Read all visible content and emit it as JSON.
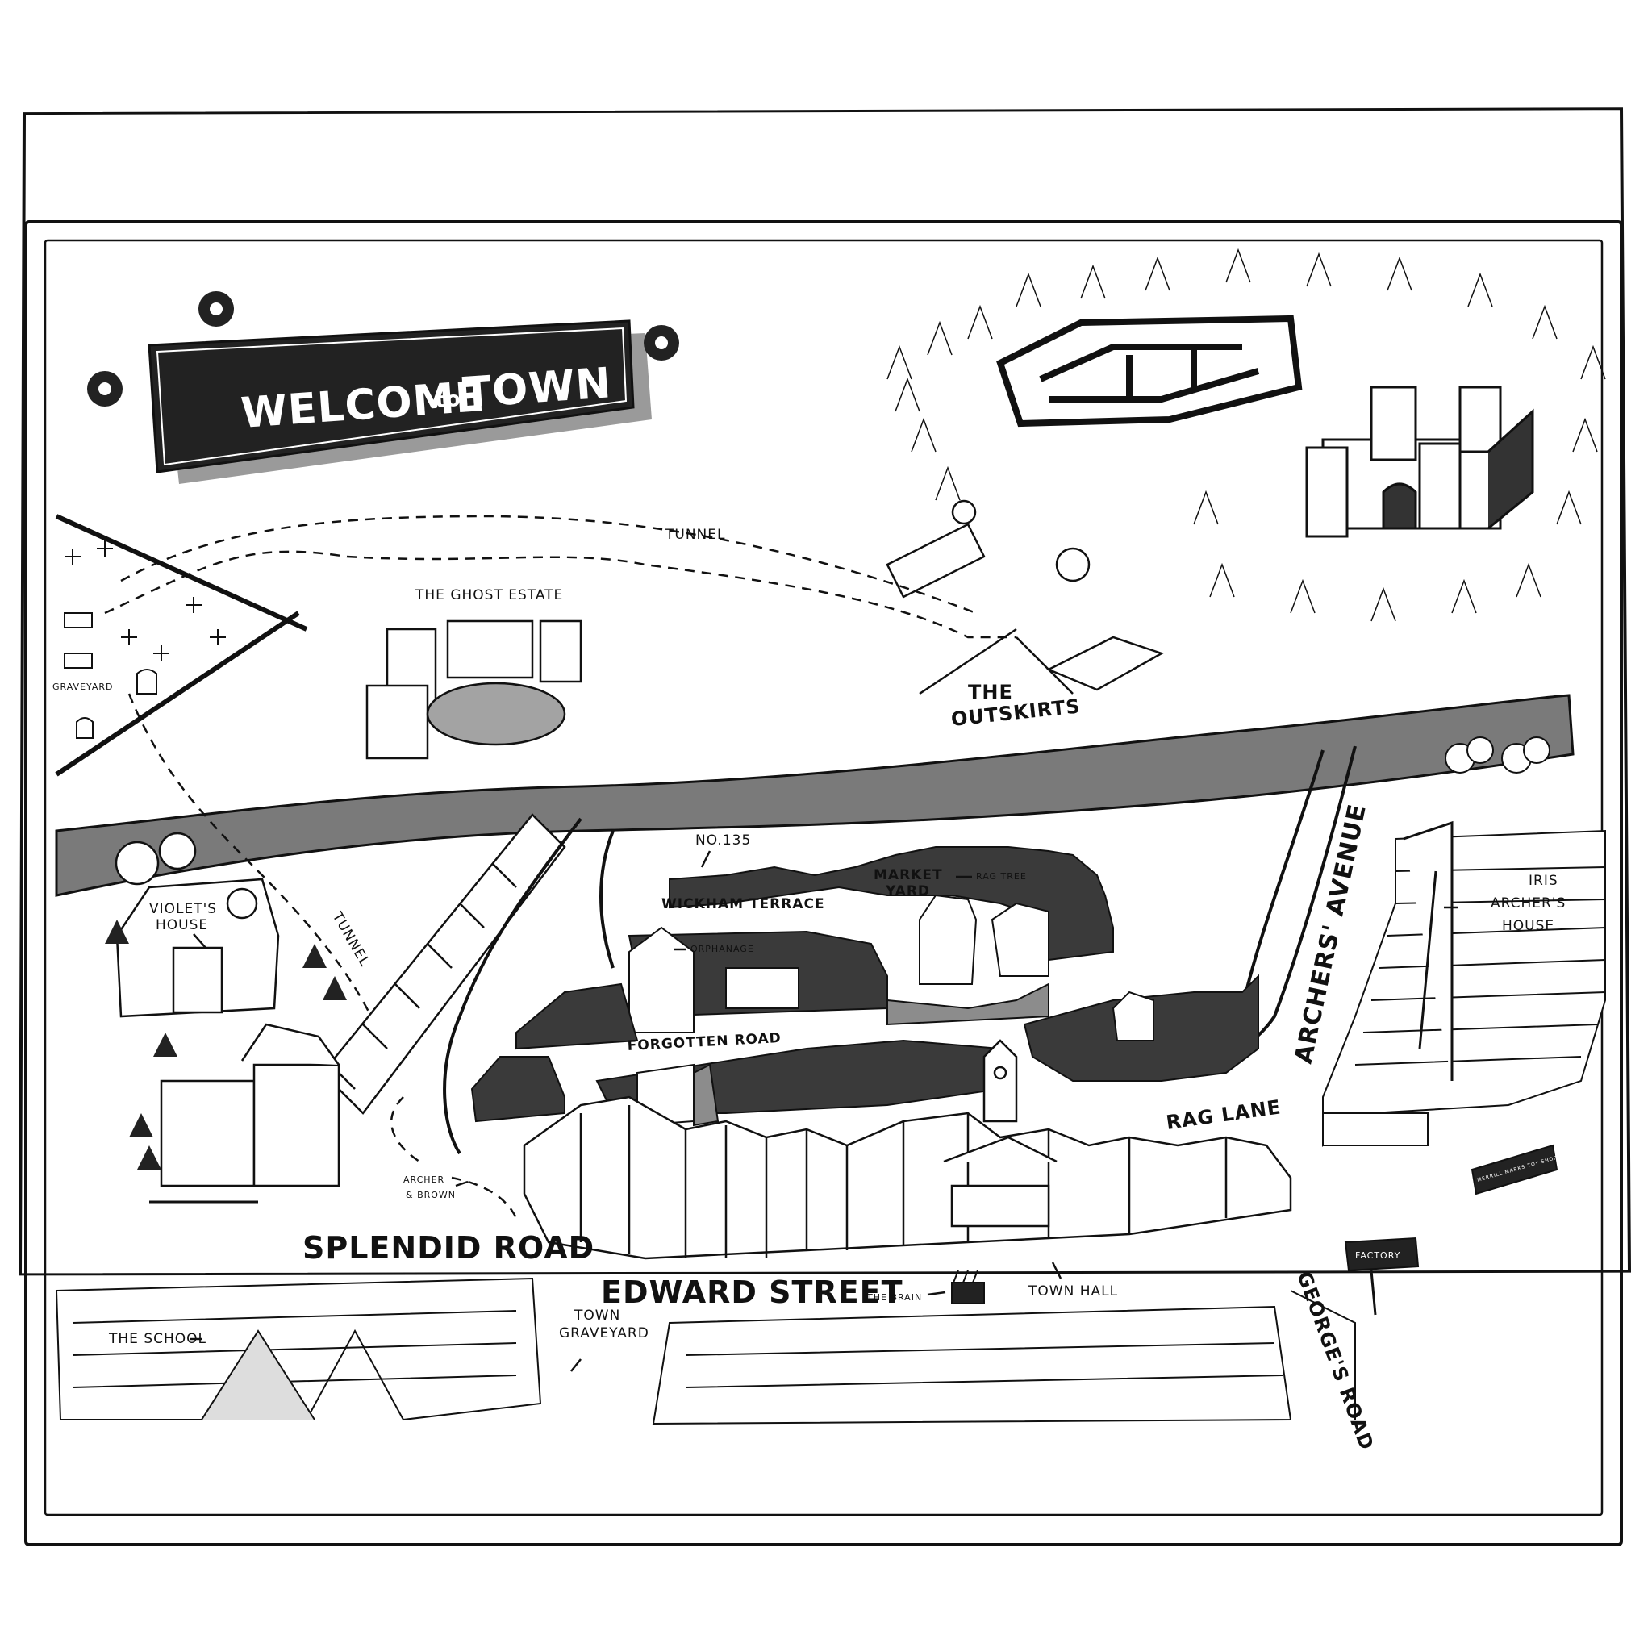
{
  "sign": {
    "welcome": "WELCOME",
    "to": "to",
    "town": "TOWN"
  },
  "labels": {
    "tunnel_north": "TUNNEL",
    "ghost_estate": "THE GHOST ESTATE",
    "graveyard": "GRAVEYARD",
    "the": "THE",
    "outskirts": "OUTSKIRTS",
    "no135": "NO.135",
    "market": "MARKET",
    "yard": "YARD",
    "rag_tree": "RAG TREE",
    "wickham_terrace": "WICKHAM TERRACE",
    "orphanage": "ORPHANAGE",
    "violets": "VIOLET'S",
    "house": "HOUSE",
    "tunnel_west": "TUNNEL",
    "forgotten_road": "FORGOTTEN ROAD",
    "archers_avenue": "ARCHERS' AVENUE",
    "iris": "IRIS",
    "archers": "ARCHER'S",
    "iris_house": "HOUSE",
    "rag_lane": "RAG LANE",
    "archer": "ARCHER",
    "and_brown": "& BROWN",
    "splendid_road": "SPLENDID ROAD",
    "edward_street": "EDWARD STREET",
    "the_brain": "THE BRAIN",
    "town_hall": "TOWN HALL",
    "the_school": "THE SCHOOL",
    "town": "TOWN",
    "graveyard2": "GRAVEYARD",
    "georges_road": "GEORGE'S ROAD",
    "factory": "FACTORY",
    "toy_shop": "MERRILL MARKS TOY SHOP"
  },
  "colors": {
    "ink": "#111111",
    "river": "#7a7a7a",
    "building_dark": "#3a3a3a",
    "building_grey": "#8c8c8c",
    "pond": "#a3a3a3",
    "paper": "#ffffff"
  }
}
